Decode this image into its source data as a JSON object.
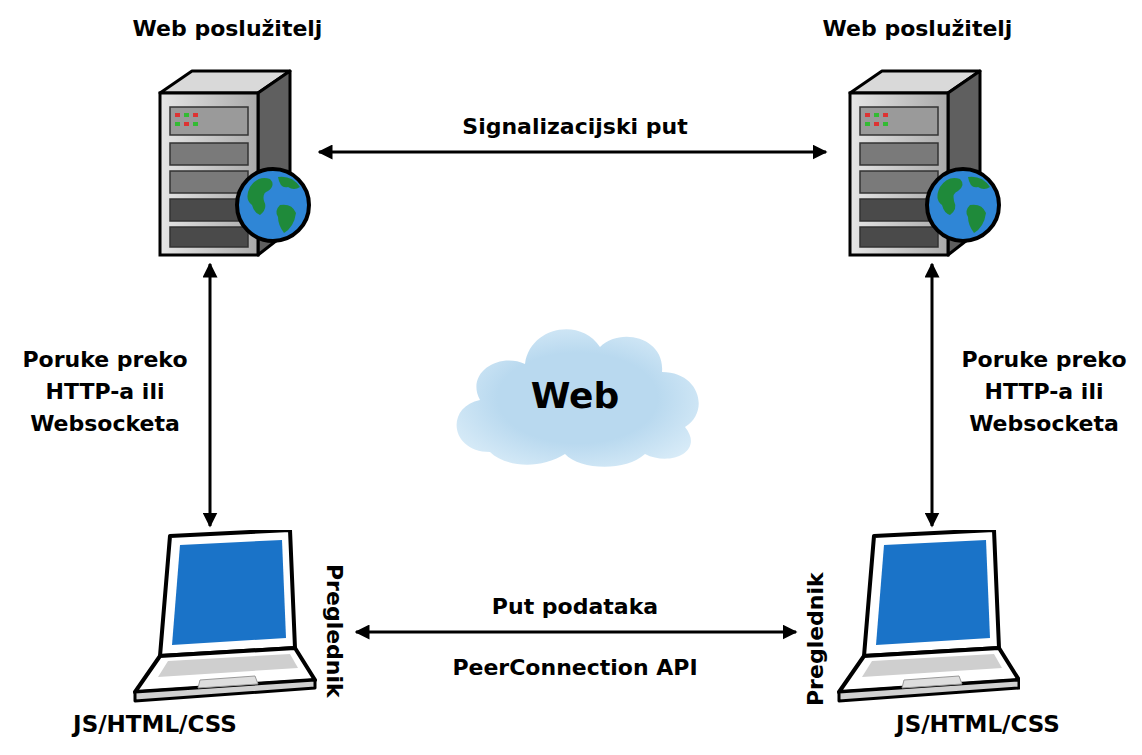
{
  "diagram": {
    "nodes": [
      {
        "text": [
          "Web poslužitelj"
        ]
      },
      {
        "text": [
          "Web poslužitelj"
        ]
      },
      {
        "text": [
          "Web"
        ]
      },
      {
        "text": [
          "Preglednik",
          "JS/HTML/CSS"
        ]
      },
      {
        "text": [
          "Preglednik",
          "JS/HTML/CSS"
        ]
      }
    ],
    "edges": [
      {
        "from": 0,
        "to": 1,
        "arrow": "both",
        "label": "Signalizacijski put"
      },
      {
        "from": 0,
        "to": 3,
        "arrow": "both",
        "label": "Poruke preko HTTP-a ili Websocketa"
      },
      {
        "from": 1,
        "to": 4,
        "arrow": "both",
        "label": "Poruke preko HTTP-a ili Websocketa"
      },
      {
        "from": 3,
        "to": 4,
        "arrow": "both",
        "label": "Put podataka"
      }
    ],
    "labels": [
      "PeerConnection API"
    ]
  }
}
